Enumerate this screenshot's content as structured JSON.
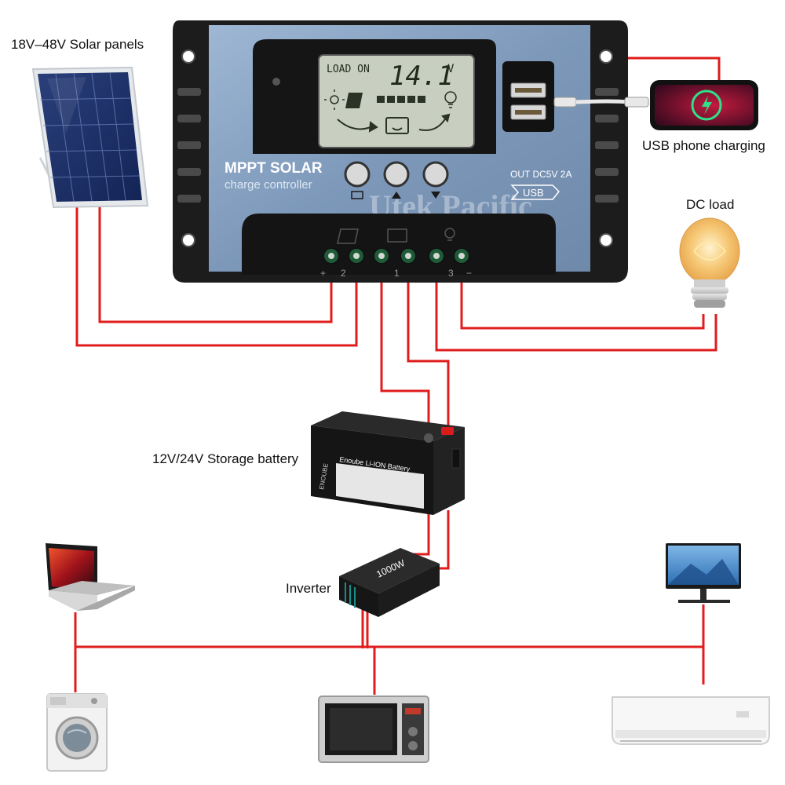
{
  "labels": {
    "solar": "18V–48V Solar panels",
    "usb": "USB phone charging",
    "dc_load": "DC load",
    "battery": "12V/24V Storage battery",
    "inverter": "Inverter"
  },
  "controller": {
    "title_line1": "MPPT SOLAR",
    "title_line2": "charge controller",
    "lcd_status": "LOAD ON",
    "lcd_value": "14.1",
    "lcd_unit": "V",
    "usb_out_label": "OUT DC5V 2A",
    "usb_badge": "USB",
    "watermark": "Utek Pacific",
    "terminal_labels": [
      "+",
      "2",
      "1",
      "3",
      "−"
    ],
    "buttons": [
      "menu",
      "up",
      "down"
    ]
  },
  "battery": {
    "brand": "Enoube Li-ION Battery",
    "side_text": "ENOUBE"
  },
  "inverter": {
    "rating": "1000W"
  },
  "icons": {
    "solar_panel": "solar-panel-icon",
    "phone": "phone-icon",
    "bulb": "light-bulb-icon",
    "battery": "battery-icon",
    "inverter": "inverter-icon",
    "laptop": "laptop-icon",
    "monitor": "monitor-icon",
    "washing_machine": "washing-machine-icon",
    "microwave": "microwave-icon",
    "air_conditioner": "air-conditioner-icon"
  },
  "colors": {
    "wire": "#e01c1c",
    "controller_body": "#1c1c1c",
    "controller_face": "#8aa6c6",
    "lcd": "#c9cfc0",
    "phone_screen": "#8b1030"
  }
}
